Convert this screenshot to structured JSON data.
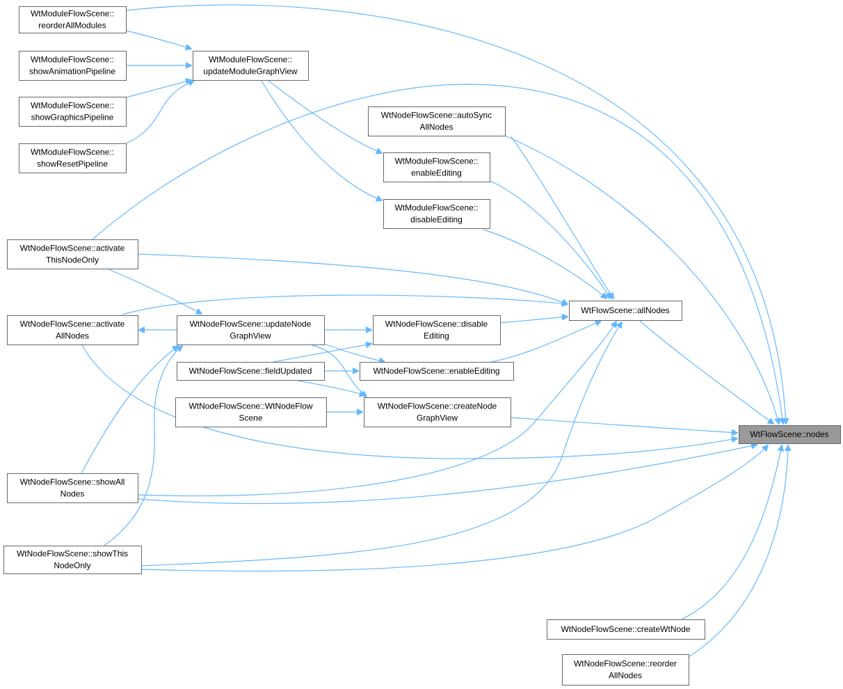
{
  "graph": {
    "nodes": [
      {
        "id": "reorderAllModules",
        "lines": [
          "WtModuleFlowScene::",
          "reorderAllModules"
        ]
      },
      {
        "id": "updateModuleGraphView",
        "lines": [
          "WtModuleFlowScene::",
          "updateModuleGraphView"
        ]
      },
      {
        "id": "showAnimationPipeline",
        "lines": [
          "WtModuleFlowScene::",
          "showAnimationPipeline"
        ]
      },
      {
        "id": "showGraphicsPipeline",
        "lines": [
          "WtModuleFlowScene::",
          "showGraphicsPipeline"
        ]
      },
      {
        "id": "showResetPipeline",
        "lines": [
          "WtModuleFlowScene::",
          "showResetPipeline"
        ]
      },
      {
        "id": "autoSyncAllNodes",
        "lines": [
          "WtNodeFlowScene::autoSync",
          "AllNodes"
        ]
      },
      {
        "id": "moduleEnableEditing",
        "lines": [
          "WtModuleFlowScene::",
          "enableEditing"
        ]
      },
      {
        "id": "moduleDisableEditing",
        "lines": [
          "WtModuleFlowScene::",
          "disableEditing"
        ]
      },
      {
        "id": "activateThisNodeOnly",
        "lines": [
          "WtNodeFlowScene::activate",
          "ThisNodeOnly"
        ]
      },
      {
        "id": "allNodes",
        "lines": [
          "WtFlowScene::allNodes"
        ]
      },
      {
        "id": "activateAllNodes",
        "lines": [
          "WtNodeFlowScene::activate",
          "AllNodes"
        ]
      },
      {
        "id": "updateNodeGraphView",
        "lines": [
          "WtNodeFlowScene::updateNode",
          "GraphView"
        ]
      },
      {
        "id": "nodeDisableEditing",
        "lines": [
          "WtNodeFlowScene::disable",
          "Editing"
        ]
      },
      {
        "id": "fieldUpdated",
        "lines": [
          "WtNodeFlowScene::fieldUpdated"
        ]
      },
      {
        "id": "nodeEnableEditing",
        "lines": [
          "WtNodeFlowScene::enableEditing"
        ]
      },
      {
        "id": "ctorNodeFlowScene",
        "lines": [
          "WtNodeFlowScene::WtNodeFlow",
          "Scene"
        ]
      },
      {
        "id": "createNodeGraphView",
        "lines": [
          "WtNodeFlowScene::createNode",
          "GraphView"
        ]
      },
      {
        "id": "nodes",
        "lines": [
          "WtFlowScene::nodes"
        ],
        "current": true
      },
      {
        "id": "showAllNodes",
        "lines": [
          "WtNodeFlowScene::showAll",
          "Nodes"
        ]
      },
      {
        "id": "showThisNodeOnly",
        "lines": [
          "WtNodeFlowScene::showThis",
          "NodeOnly"
        ]
      },
      {
        "id": "createWtNode",
        "lines": [
          "WtNodeFlowScene::createWtNode"
        ]
      },
      {
        "id": "reorderAllNodes",
        "lines": [
          "WtNodeFlowScene::reorder",
          "AllNodes"
        ]
      }
    ],
    "edges": [
      {
        "from": "reorderAllModules",
        "to": "nodes"
      },
      {
        "from": "reorderAllModules",
        "to": "updateModuleGraphView"
      },
      {
        "from": "showAnimationPipeline",
        "to": "updateModuleGraphView"
      },
      {
        "from": "showGraphicsPipeline",
        "to": "updateModuleGraphView"
      },
      {
        "from": "showResetPipeline",
        "to": "updateModuleGraphView"
      },
      {
        "from": "updateModuleGraphView",
        "to": "moduleEnableEditing"
      },
      {
        "from": "updateModuleGraphView",
        "to": "moduleDisableEditing"
      },
      {
        "from": "activateThisNodeOnly",
        "to": "nodes"
      },
      {
        "from": "autoSyncAllNodes",
        "to": "allNodes"
      },
      {
        "from": "autoSyncAllNodes",
        "to": "nodes"
      },
      {
        "from": "moduleEnableEditing",
        "to": "allNodes"
      },
      {
        "from": "moduleDisableEditing",
        "to": "allNodes"
      },
      {
        "from": "activateThisNodeOnly",
        "to": "allNodes"
      },
      {
        "from": "activateThisNodeOnly",
        "to": "updateNodeGraphView"
      },
      {
        "from": "activateAllNodes",
        "to": "allNodes"
      },
      {
        "from": "activateAllNodes",
        "to": "nodes"
      },
      {
        "from": "updateNodeGraphView",
        "to": "activateAllNodes"
      },
      {
        "from": "updateNodeGraphView",
        "to": "nodeDisableEditing"
      },
      {
        "from": "updateNodeGraphView",
        "to": "nodeEnableEditing"
      },
      {
        "from": "updateNodeGraphView",
        "to": "createNodeGraphView"
      },
      {
        "from": "fieldUpdated",
        "to": "nodeDisableEditing"
      },
      {
        "from": "fieldUpdated",
        "to": "nodeEnableEditing"
      },
      {
        "from": "fieldUpdated",
        "to": "createNodeGraphView"
      },
      {
        "from": "ctorNodeFlowScene",
        "to": "createNodeGraphView"
      },
      {
        "from": "nodeDisableEditing",
        "to": "allNodes"
      },
      {
        "from": "nodeEnableEditing",
        "to": "allNodes"
      },
      {
        "from": "createNodeGraphView",
        "to": "nodes"
      },
      {
        "from": "allNodes",
        "to": "nodes"
      },
      {
        "from": "showAllNodes",
        "to": "updateNodeGraphView"
      },
      {
        "from": "showAllNodes",
        "to": "allNodes"
      },
      {
        "from": "showAllNodes",
        "to": "nodes"
      },
      {
        "from": "showThisNodeOnly",
        "to": "updateNodeGraphView"
      },
      {
        "from": "showThisNodeOnly",
        "to": "allNodes"
      },
      {
        "from": "showThisNodeOnly",
        "to": "nodes"
      },
      {
        "from": "createWtNode",
        "to": "nodes"
      },
      {
        "from": "reorderAllNodes",
        "to": "nodes"
      }
    ]
  },
  "colors": {
    "edge": "#63b8ff",
    "node_border": "#666666",
    "node_fill": "#ffffff",
    "current_fill": "#999999"
  }
}
